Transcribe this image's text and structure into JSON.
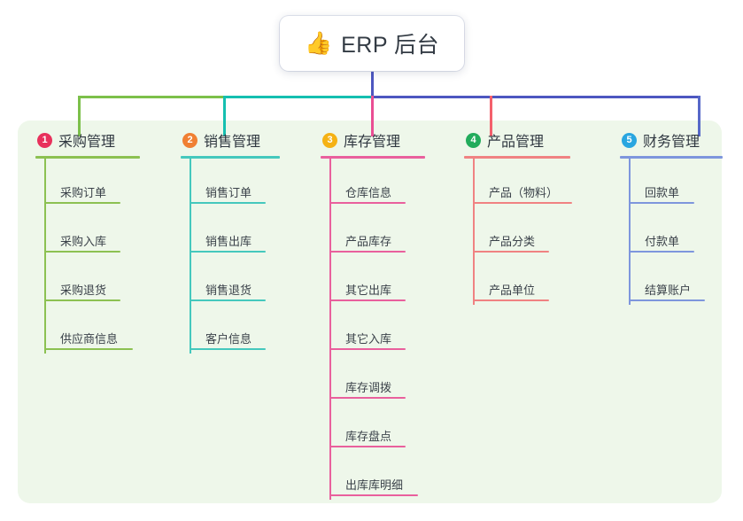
{
  "root": {
    "icon": "thumbs-up-icon",
    "emoji": "👍",
    "title": "ERP 后台",
    "stem_color": "#4d57c0"
  },
  "panel": {
    "background": "#eef7ea"
  },
  "bus": {
    "segments": [
      {
        "name": "segment-green",
        "color": "#7cc04a"
      },
      {
        "name": "segment-teal",
        "color": "#15bfb0"
      },
      {
        "name": "segment-indigo",
        "color": "#4d57c0"
      }
    ]
  },
  "columns": [
    {
      "index": "1",
      "badge_label": "1",
      "badge_color": "#e8315c",
      "line_color": "#8cc152",
      "drop_color": "#7cc04a",
      "title": "采购管理",
      "items": [
        {
          "label": "采购订单",
          "rule_width": 86
        },
        {
          "label": "采购入库",
          "rule_width": 86
        },
        {
          "label": "采购退货",
          "rule_width": 86
        },
        {
          "label": "供应商信息",
          "rule_width": 100
        }
      ]
    },
    {
      "index": "2",
      "badge_label": "2",
      "badge_color": "#f08033",
      "line_color": "#45c8bd",
      "drop_color": "#15bfb0",
      "title": "销售管理",
      "items": [
        {
          "label": "销售订单",
          "rule_width": 86
        },
        {
          "label": "销售出库",
          "rule_width": 86
        },
        {
          "label": "销售退货",
          "rule_width": 86
        },
        {
          "label": "客户信息",
          "rule_width": 86
        }
      ]
    },
    {
      "index": "3",
      "badge_label": "3",
      "badge_color": "#f5b214",
      "line_color": "#e9609d",
      "drop_color": "#ea4e93",
      "title": "库存管理",
      "items": [
        {
          "label": "仓库信息",
          "rule_width": 86
        },
        {
          "label": "产品库存",
          "rule_width": 86
        },
        {
          "label": "其它出库",
          "rule_width": 86
        },
        {
          "label": "其它入库",
          "rule_width": 86
        },
        {
          "label": "库存调拨",
          "rule_width": 86
        },
        {
          "label": "库存盘点",
          "rule_width": 86
        },
        {
          "label": "出库库明细",
          "rule_width": 100
        }
      ]
    },
    {
      "index": "4",
      "badge_label": "4",
      "badge_color": "#22ac5c",
      "line_color": "#f08282",
      "drop_color": "#f4606c",
      "title": "产品管理",
      "items": [
        {
          "label": "产品（物料）",
          "rule_width": 112
        },
        {
          "label": "产品分类",
          "rule_width": 86
        },
        {
          "label": "产品单位",
          "rule_width": 86
        }
      ]
    },
    {
      "index": "5",
      "badge_label": "5",
      "badge_color": "#29a6e0",
      "line_color": "#7e96dd",
      "drop_color": "#5668c8",
      "title": "财务管理",
      "items": [
        {
          "label": "回款单",
          "rule_width": 74
        },
        {
          "label": "付款单",
          "rule_width": 74
        },
        {
          "label": "结算账户",
          "rule_width": 86
        }
      ]
    }
  ]
}
